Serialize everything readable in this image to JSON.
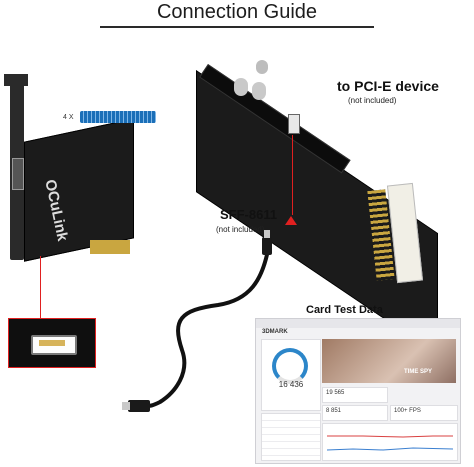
{
  "title": "Connection Guide",
  "pcie_device": {
    "label": "to PCI-E device",
    "note": "(not included)"
  },
  "sff": {
    "label": "SFF-8611",
    "note": "(not included)"
  },
  "card_test": {
    "label": "Card Test Data"
  },
  "left_card": {
    "brand": "OCuLink",
    "multiplier": "4 X"
  },
  "colors": {
    "accent_red": "#e02020",
    "pcb": "#1b1b1b",
    "gold": "#c9a640",
    "connector_blue": "#1b6fb8"
  },
  "benchmark": {
    "app_logo": "3DMARK",
    "score_main": "16 436",
    "test_name": "TIME SPY",
    "score_graphics": "19 565",
    "score_cpu": "8 851",
    "fps": "100+ FPS"
  }
}
